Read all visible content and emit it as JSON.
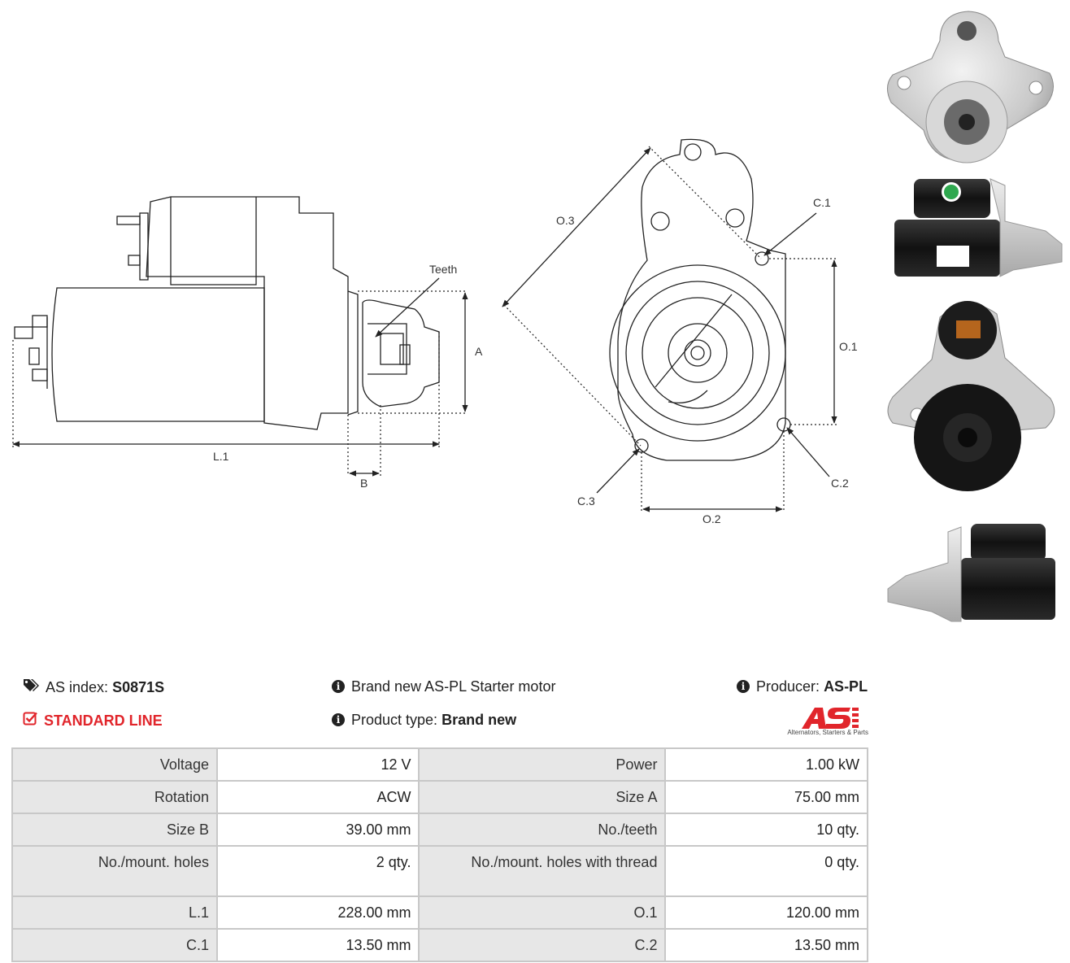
{
  "drawing": {
    "labels": {
      "teeth": "Teeth",
      "a": "A",
      "l1": "L.1",
      "b": "B",
      "o1": "O.1",
      "o2": "O.2",
      "o3": "O.3",
      "c1": "C.1",
      "c2": "C.2",
      "c3": "C.3"
    }
  },
  "info": {
    "as_index_label": "AS index:",
    "as_index_value": "S0871S",
    "line": "STANDARD LINE",
    "description": "Brand new AS-PL Starter motor",
    "product_type_label": "Product type:",
    "product_type_value": "Brand new",
    "producer_label": "Producer:",
    "producer_value": "AS-PL"
  },
  "logo": {
    "tagline": "Alternators, Starters & Parts"
  },
  "specs": [
    {
      "k1": "Voltage",
      "v1": "12 V",
      "k2": "Power",
      "v2": "1.00 kW"
    },
    {
      "k1": "Rotation",
      "v1": "ACW",
      "k2": "Size A",
      "v2": "75.00 mm"
    },
    {
      "k1": "Size B",
      "v1": "39.00 mm",
      "k2": "No./teeth",
      "v2": "10 qty."
    },
    {
      "k1": "No./mount. holes",
      "v1": "2 qty.",
      "k2": "No./mount. holes with thread",
      "v2": "0 qty."
    },
    {
      "k1": "L.1",
      "v1": "228.00 mm",
      "k2": "O.1",
      "v2": "120.00 mm"
    },
    {
      "k1": "C.1",
      "v1": "13.50 mm",
      "k2": "C.2",
      "v2": "13.50 mm"
    }
  ],
  "colors": {
    "accent_red": "#e1252b",
    "table_key_bg": "#e7e7e7",
    "table_border": "#c8c8c8"
  }
}
